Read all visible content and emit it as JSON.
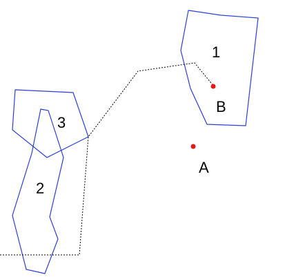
{
  "diagram": {
    "regions": [
      {
        "id": "1",
        "label": "1"
      },
      {
        "id": "2",
        "label": "2"
      },
      {
        "id": "3",
        "label": "3"
      }
    ],
    "points": [
      {
        "id": "A",
        "label": "A"
      },
      {
        "id": "B",
        "label": "B"
      }
    ],
    "colors": {
      "polygon_stroke": "#2b3fd6",
      "point_fill": "#e31a1a",
      "path_stroke": "#000000",
      "text": "#000000",
      "background": "#ffffff"
    }
  }
}
